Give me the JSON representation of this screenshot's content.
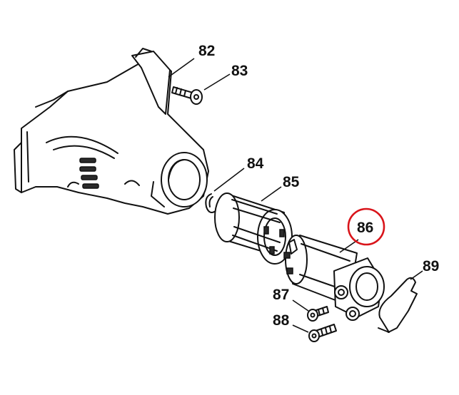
{
  "diagram": {
    "callouts": [
      {
        "id": "82",
        "label": "82"
      },
      {
        "id": "83",
        "label": "83"
      },
      {
        "id": "84",
        "label": "84"
      },
      {
        "id": "85",
        "label": "85"
      },
      {
        "id": "86",
        "label": "86",
        "highlighted": true
      },
      {
        "id": "87",
        "label": "87"
      },
      {
        "id": "88",
        "label": "88"
      },
      {
        "id": "89",
        "label": "89"
      }
    ],
    "colors": {
      "ink": "#111111",
      "highlight": "#d9141a",
      "background": "#ffffff"
    }
  }
}
